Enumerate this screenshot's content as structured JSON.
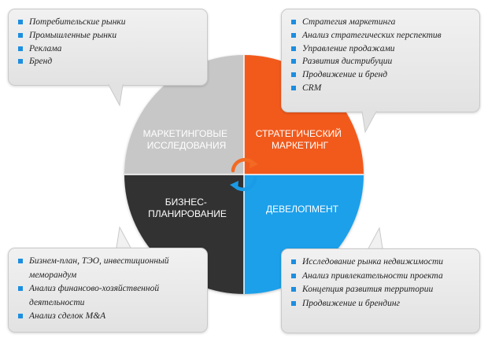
{
  "quadrants": [
    {
      "id": "research",
      "label": [
        "МАРКЕТИНГОВЫЕ",
        "ИССЛЕДОВАНИЯ"
      ],
      "color": "#c7c7c7",
      "text_color": "#ffffff"
    },
    {
      "id": "strategy",
      "label": [
        "СТРАТЕГИЧЕСКИЙ",
        "МАРКЕТИНГ"
      ],
      "color": "#f25a1d",
      "text_color": "#ffffff"
    },
    {
      "id": "business",
      "label": [
        "БИЗНЕС-",
        "ПЛАНИРОВАНИЕ"
      ],
      "color": "#333333",
      "text_color": "#ffffff"
    },
    {
      "id": "development",
      "label": [
        "ДЕВЕЛОПМЕНТ"
      ],
      "color": "#1ea0ea",
      "text_color": "#ffffff"
    }
  ],
  "callouts": {
    "top_left": [
      "Потребительские рынки",
      "Промышленные рынки",
      "Реклама",
      "Бренд"
    ],
    "top_right": [
      "Стратегия маркетинга",
      "Анализ стратегических перспектив",
      "Управление продажами",
      "Развития дистрибуции",
      "Продвижение и бренд",
      "CRM"
    ],
    "bottom_left": [
      "Бизнем-план, ТЭО, инвестиционный меморандум",
      "Анализ финансово-хозяйственной деятельности",
      "Анализ сделок M&A"
    ],
    "bottom_right": [
      "Исследование рынка недвижимости",
      "Анализ привлекательности проекта",
      "Концепция развития территории",
      "Продвижение и брендинг"
    ]
  },
  "colors": {
    "bullet": "#1d8ee0",
    "callout_bg": "#e8e8e8",
    "center_icon_orange": "#f26a23",
    "center_icon_blue": "#1a9be6"
  },
  "icons": {
    "center": "circular-arrows-icon",
    "bullet": "square-bullet-icon"
  }
}
